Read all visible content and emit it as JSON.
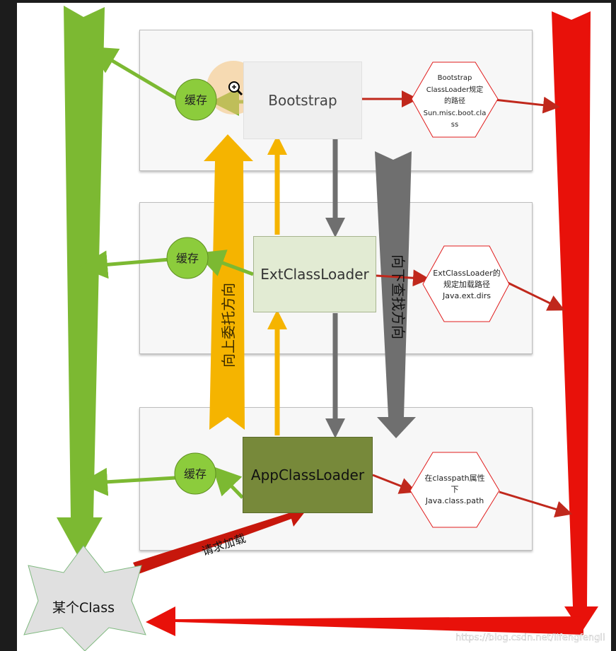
{
  "nodes": {
    "bootstrap": "Bootstrap",
    "ext": "ExtClassLoader",
    "app": "AppClassLoader",
    "class": "某个Class",
    "cache": "缓存"
  },
  "paths": {
    "bootstrap": [
      "Bootstrap",
      "ClassLoader规定",
      "的路径",
      "Sun.misc.boot.cla",
      "ss"
    ],
    "ext": [
      "ExtClassLoader的",
      "规定加载路径",
      "Java.ext.dirs"
    ],
    "app": [
      "在classpath属性",
      "下",
      "Java.class.path"
    ]
  },
  "arrows": {
    "up": "向上委托方向",
    "down": "向下查找方向",
    "request": "请求加载"
  },
  "watermark": "https://blog.csdn.net/lifengfengli",
  "colors": {
    "green": "#7cb932",
    "red": "#e8110a",
    "orange": "#f5b400",
    "gray": "#6f6f6f",
    "dark_red": "#c0281c"
  }
}
